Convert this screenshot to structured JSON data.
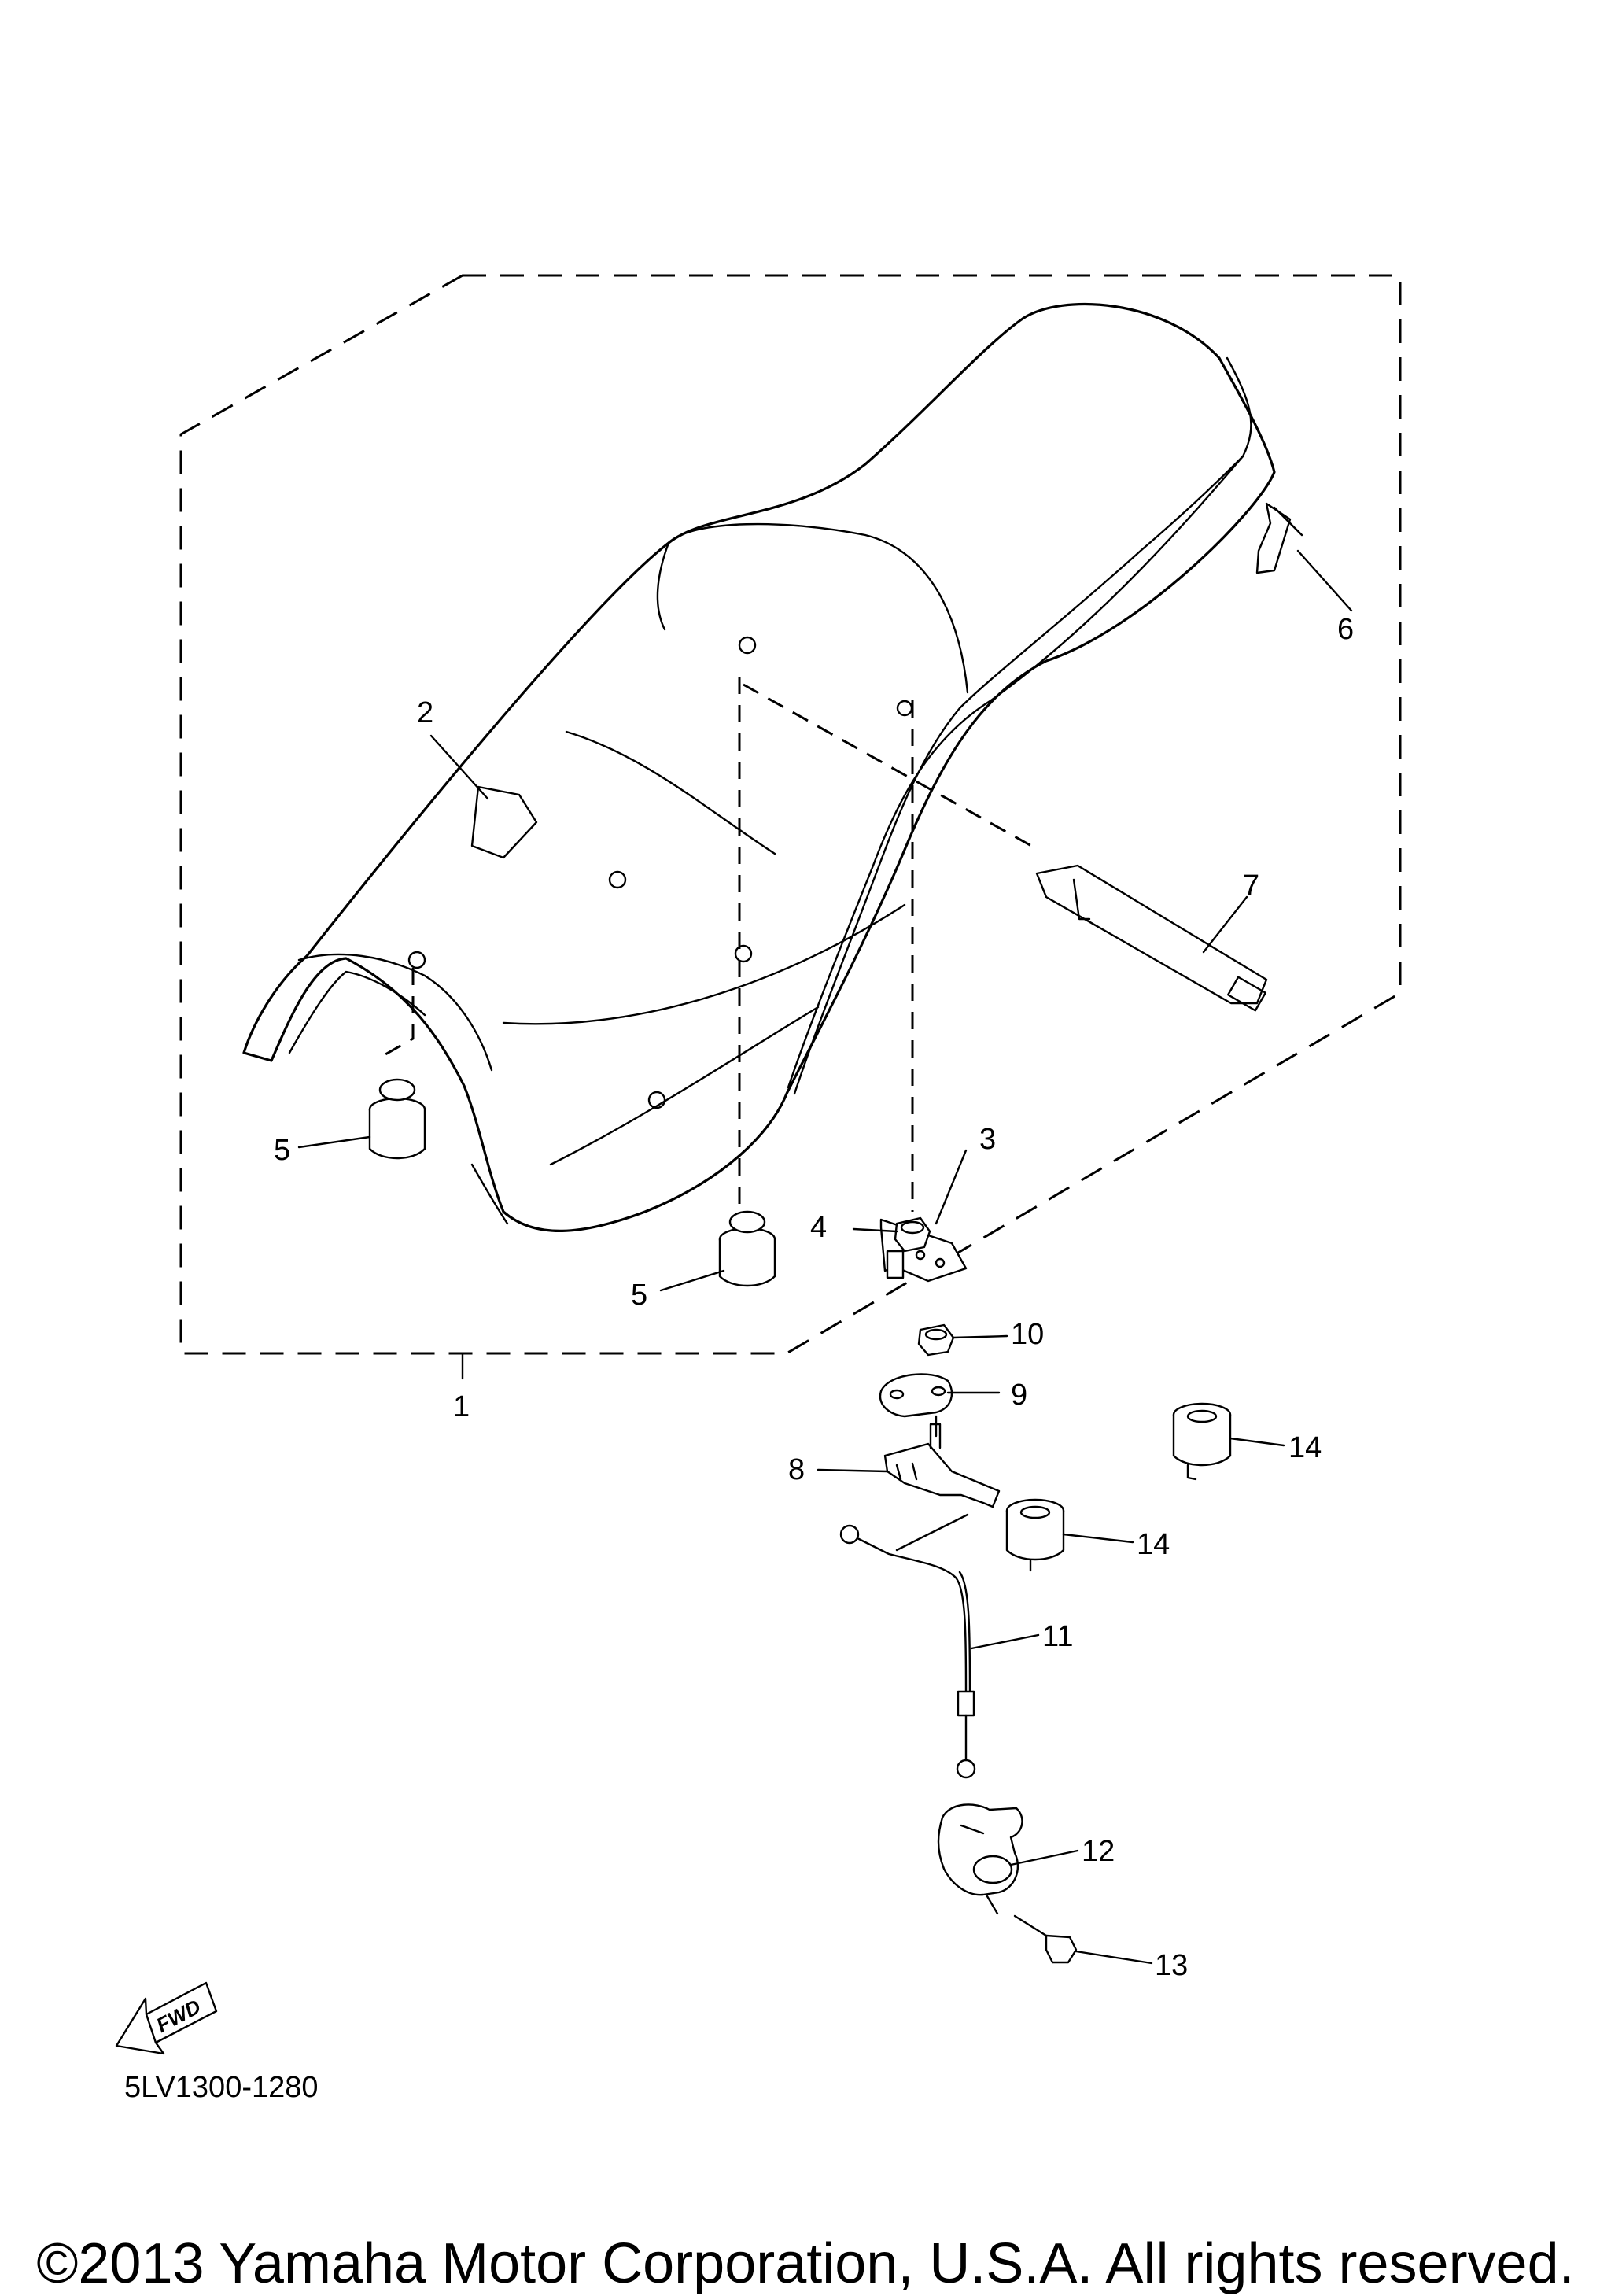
{
  "callouts": [
    {
      "id": "c1",
      "num": "1"
    },
    {
      "id": "c2",
      "num": "2"
    },
    {
      "id": "c3",
      "num": "3"
    },
    {
      "id": "c4",
      "num": "4"
    },
    {
      "id": "c5a",
      "num": "5"
    },
    {
      "id": "c5b",
      "num": "5"
    },
    {
      "id": "c6",
      "num": "6"
    },
    {
      "id": "c7",
      "num": "7"
    },
    {
      "id": "c8",
      "num": "8"
    },
    {
      "id": "c9",
      "num": "9"
    },
    {
      "id": "c10",
      "num": "10"
    },
    {
      "id": "c11",
      "num": "11"
    },
    {
      "id": "c12",
      "num": "12"
    },
    {
      "id": "c13",
      "num": "13"
    },
    {
      "id": "c14a",
      "num": "14"
    },
    {
      "id": "c14b",
      "num": "14"
    }
  ],
  "fwd_label": "FWD",
  "drawing_number": "5LV1300-1280",
  "copyright": "©2013 Yamaha Motor Corporation, U.S.A. All rights reserved."
}
